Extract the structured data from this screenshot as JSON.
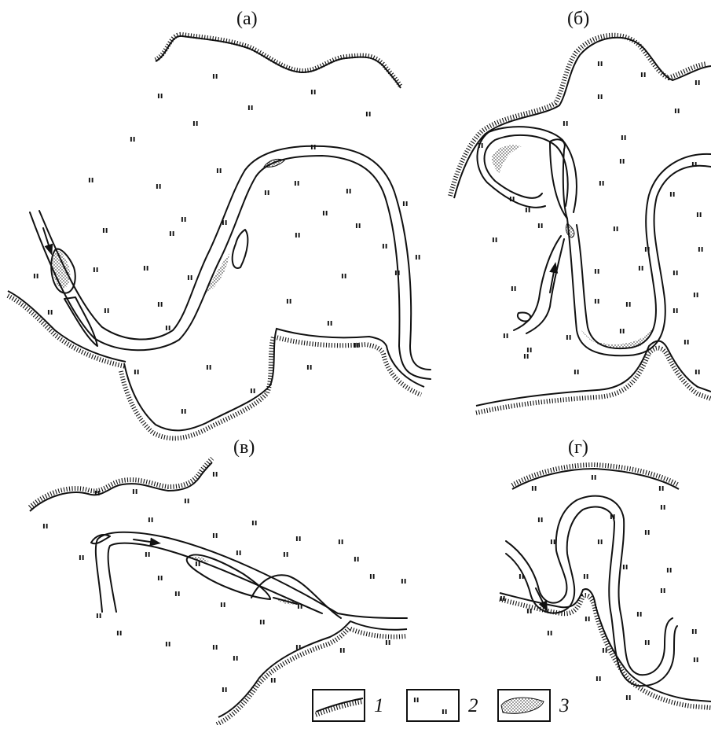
{
  "panels": [
    {
      "id": "a",
      "label": "(а)"
    },
    {
      "id": "b",
      "label": "(б)"
    },
    {
      "id": "v",
      "label": "(в)"
    },
    {
      "id": "g",
      "label": "(г)"
    }
  ],
  "legend": [
    {
      "number": "1",
      "symbol": "hatched-slope-line"
    },
    {
      "number": "2",
      "symbol": "floodplain-tick-marks"
    },
    {
      "number": "3",
      "symbol": "stippled-bar-deposit"
    }
  ],
  "colors": {
    "ink": "#111111",
    "background": "#ffffff",
    "stipple": "#111111"
  }
}
